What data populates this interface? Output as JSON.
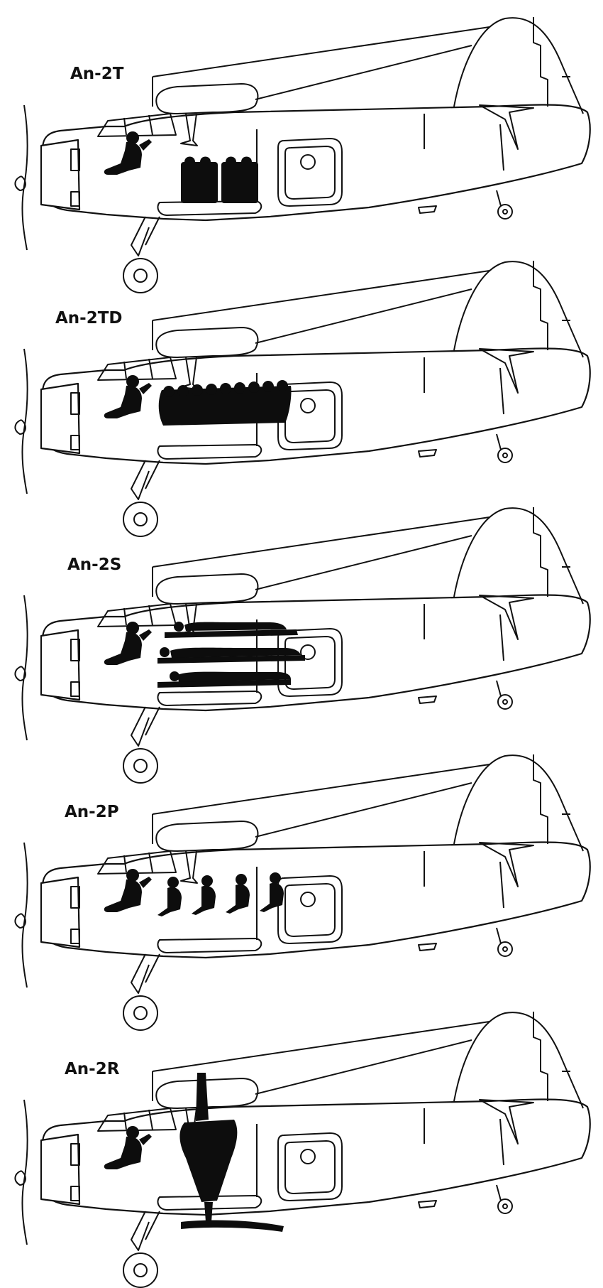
{
  "variants": [
    {
      "label": "An-2T"
    },
    {
      "label": "An-2TD"
    },
    {
      "label": "An-2S"
    },
    {
      "label": "An-2P"
    },
    {
      "label": "An-2R"
    }
  ],
  "colors": {
    "background": "#ffffff",
    "line": "#111111",
    "fill": "#0d0d0d"
  }
}
